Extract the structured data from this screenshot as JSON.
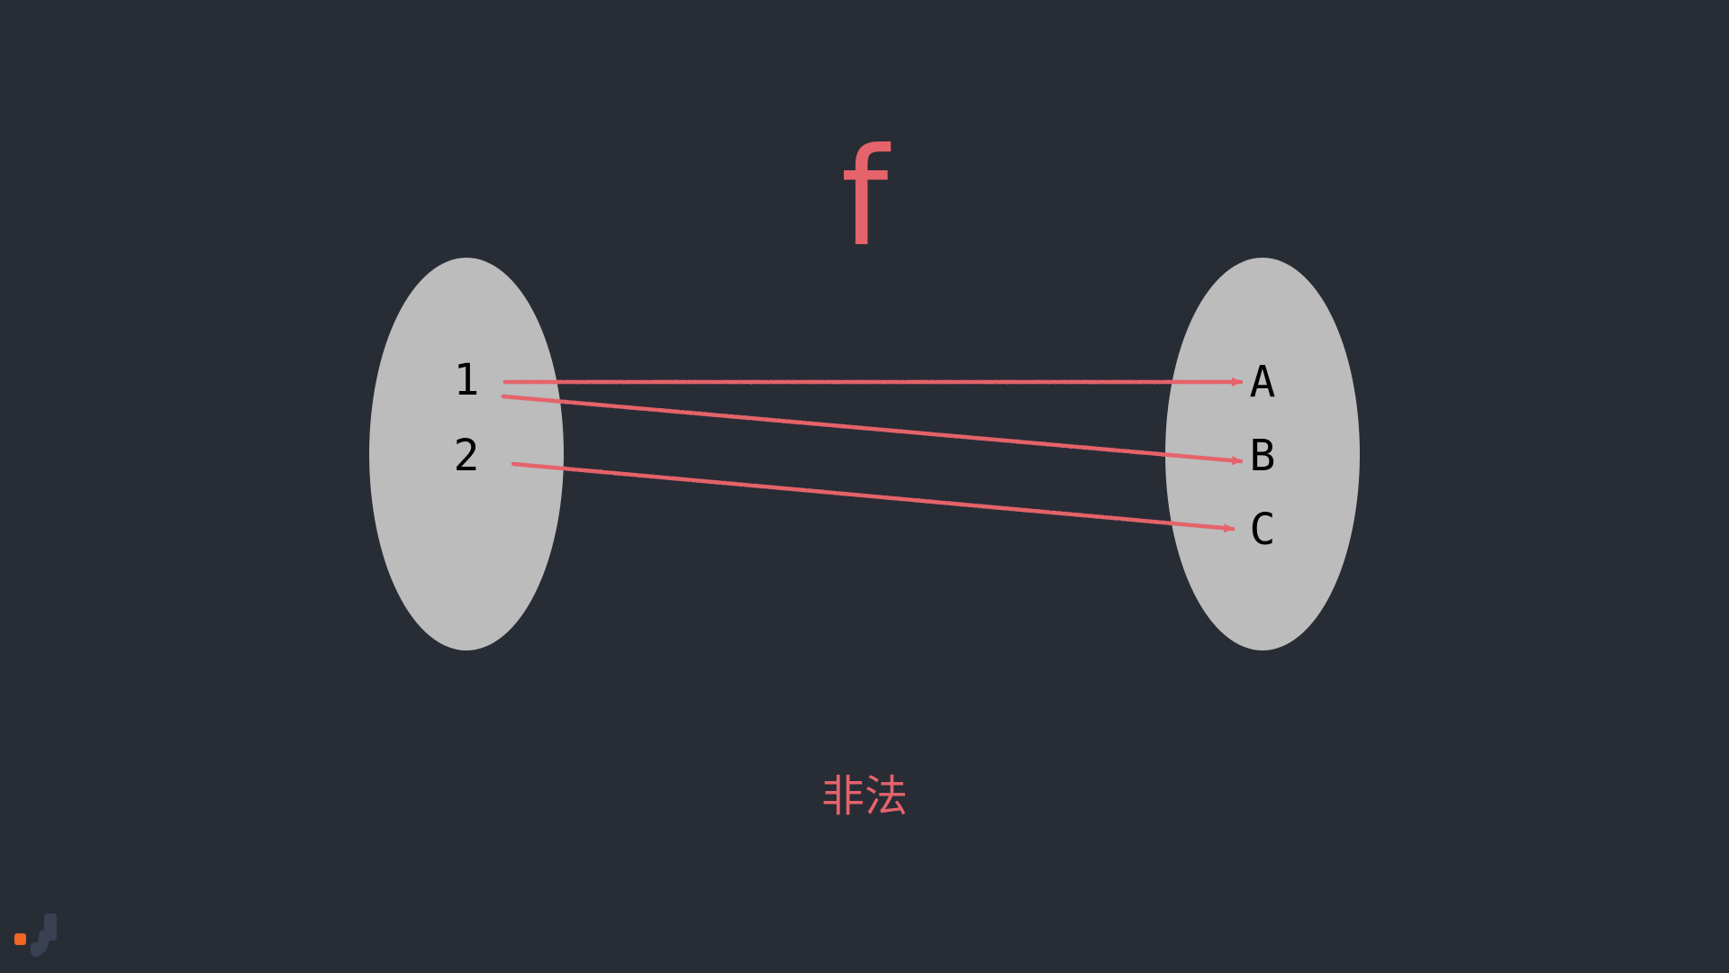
{
  "title": "f",
  "caption": "非法",
  "domain_set": {
    "elements": [
      "1",
      "2"
    ]
  },
  "codomain_set": {
    "elements": [
      "A",
      "B",
      "C"
    ]
  },
  "mappings": [
    {
      "from": "1",
      "to": "A"
    },
    {
      "from": "1",
      "to": "B"
    },
    {
      "from": "2",
      "to": "C"
    }
  ],
  "colors": {
    "background": "#282c35",
    "accent": "#e5636b",
    "set_fill": "#bcbcbc",
    "logo_orange": "#f26522",
    "logo_slate": "#3a4152"
  }
}
